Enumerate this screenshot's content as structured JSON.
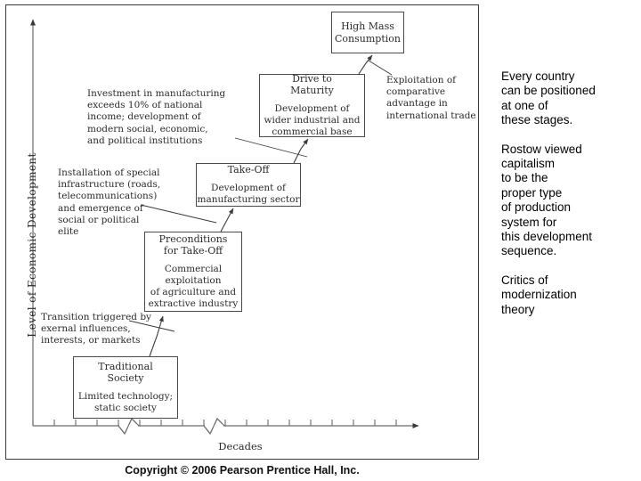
{
  "figure": {
    "axes": {
      "y_label": "Level of Economic Development",
      "x_label": "Decades"
    },
    "copyright": "Copyright © 2006 Pearson Prentice Hall, Inc.",
    "stages": [
      {
        "id": "traditional-society",
        "title": "Traditional\nSociety",
        "description": "Limited technology;\nstatic society"
      },
      {
        "id": "preconditions-for-take-off",
        "title": "Preconditions\nfor Take-Off",
        "description": "Commercial\nexploitation\nof agriculture and\nextractive industry"
      },
      {
        "id": "take-off",
        "title": "Take-Off",
        "description": "Development of\nmanufacturing sector"
      },
      {
        "id": "drive-to-maturity",
        "title": "Drive to\nMaturity",
        "description": "Development of\nwider industrial and\ncommercial base"
      },
      {
        "id": "high-mass-consumption",
        "title": "High Mass\nConsumption",
        "description": ""
      }
    ],
    "annotations": [
      {
        "id": "transition-trigger",
        "text": "Transition triggered by\nexernal influences,\ninterests, or markets"
      },
      {
        "id": "infrastructure-elite",
        "text": "Installation of special\ninfrastructure (roads,\ntelecommunications)\nand emergence of\nsocial or political\nelite"
      },
      {
        "id": "manufacturing-investment",
        "text": "Investment in manufacturing\nexceeds 10% of national\nincome; development of\nmodern social, economic,\nand political institutions"
      },
      {
        "id": "comparative-advantage",
        "text": "Exploitation of\ncomparative\nadvantage in\ninternational trade"
      }
    ]
  },
  "commentary": {
    "paragraphs": [
      "Every country\ncan be positioned\nat one of\nthese stages.",
      "Rostow viewed\ncapitalism\nto be the\nproper type\nof production\nsystem for\nthis development\nsequence.",
      "Critics of\nmodernization\ntheory"
    ]
  },
  "colors": {
    "frame": "#3a3a3a",
    "box_border": "#4a4a4a",
    "diagram_text": "#2b2b2b",
    "commentary_text": "#000000",
    "background": "#ffffff"
  }
}
